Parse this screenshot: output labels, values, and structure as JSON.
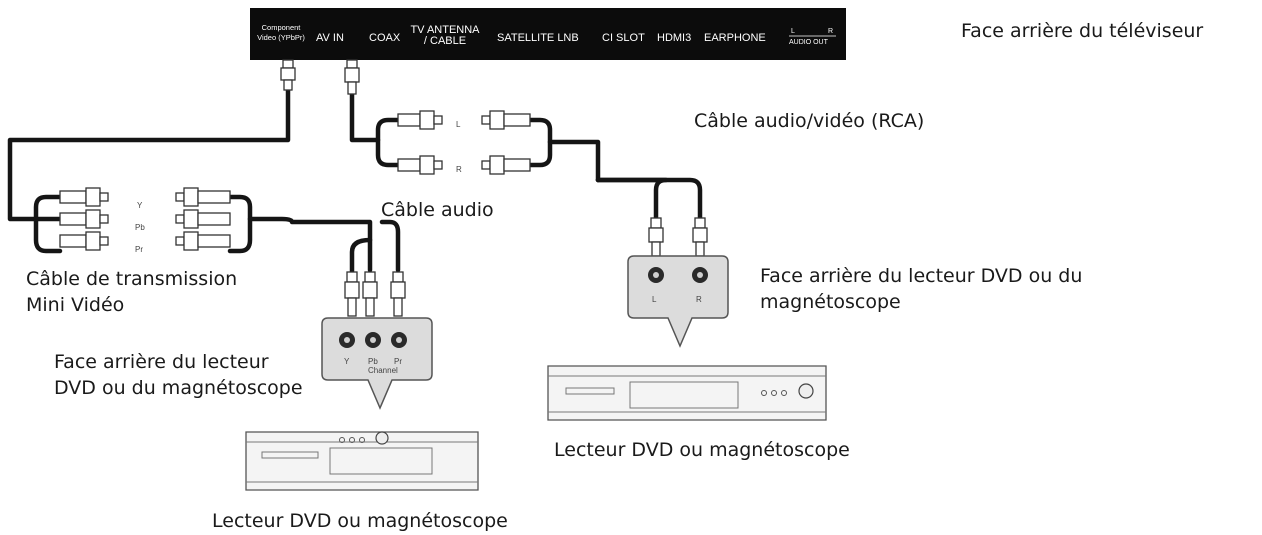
{
  "tv_panel": {
    "ports": {
      "component_line1": "Component",
      "component_line2": "Video (YPbPr)",
      "av_in": "AV IN",
      "coax": "COAX",
      "tv_antenna_line1": "TV ANTENNA",
      "tv_antenna_line2": "/ CABLE",
      "satellite": "SATELLITE LNB",
      "ci_slot": "CI SLOT",
      "hdmi3": "HDMI3",
      "earphone": "EARPHONE",
      "audio_out_l": "L",
      "audio_out_r": "R",
      "audio_out": "AUDIO OUT"
    }
  },
  "labels": {
    "tv_back": "Face arrière du téléviseur",
    "rca_cable": "Câble audio/vidéo (RCA)",
    "audio_cable": "Câble audio",
    "mini_video_line1": "Câble de transmission",
    "mini_video_line2": "Mini Vidéo",
    "left_back_line1": "Face arrière du lecteur",
    "left_back_line2": "DVD ou du magnétoscope",
    "right_back_line1": "Face arrière du lecteur DVD ou du",
    "right_back_line2": "magnétoscope",
    "left_device": "Lecteur DVD ou magnétoscope",
    "right_device": "Lecteur DVD ou magnétoscope"
  },
  "connector_letters": {
    "y": "Y",
    "pb": "Pb",
    "pr": "Pr",
    "l": "L",
    "r": "R",
    "channel": "Channel"
  }
}
